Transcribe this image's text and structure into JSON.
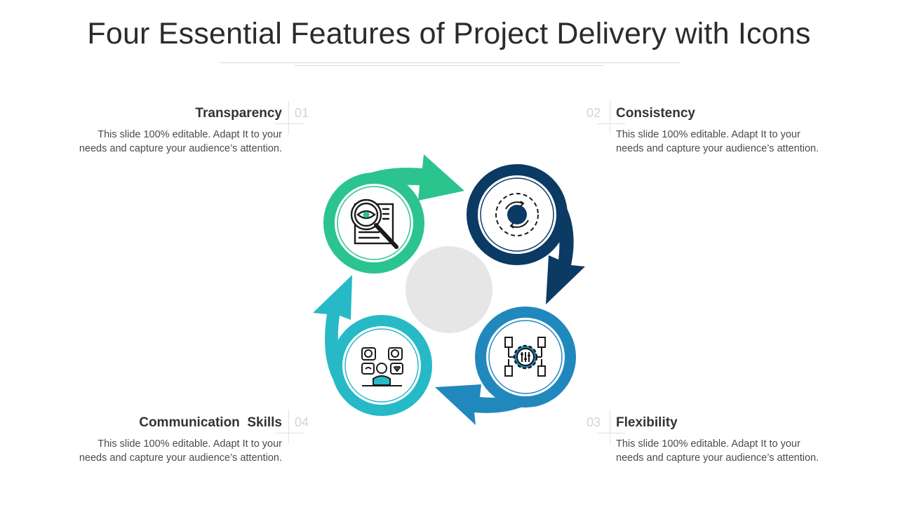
{
  "title": "Four Essential Features of Project Delivery with Icons",
  "features": [
    {
      "number": "01",
      "heading": "Transparency",
      "desc_line1": "This slide 100% editable. Adapt It to your",
      "desc_line2": "needs and capture your audience’s attention.",
      "color": "#2bc48f",
      "icon": "magnifier-eye-document-icon"
    },
    {
      "number": "02",
      "heading": "Consistency",
      "desc_line1": "This slide 100% editable. Adapt It to your",
      "desc_line2": "needs and capture your audience’s attention.",
      "color": "#0b3a64",
      "icon": "circular-arrows-icon"
    },
    {
      "number": "03",
      "heading": "Flexibility",
      "desc_line1": "This slide 100% editable. Adapt It to your",
      "desc_line2": "needs and capture your audience’s attention.",
      "color": "#2188be",
      "icon": "gear-sliders-network-icon"
    },
    {
      "number": "04",
      "heading": "Communication  Skills",
      "desc_line1": "This slide 100% editable. Adapt It to your",
      "desc_line2": "needs and capture your audience’s attention.",
      "color": "#27b9c6",
      "icon": "person-chat-bubbles-icon"
    }
  ],
  "center_color": "#e6e6e6"
}
